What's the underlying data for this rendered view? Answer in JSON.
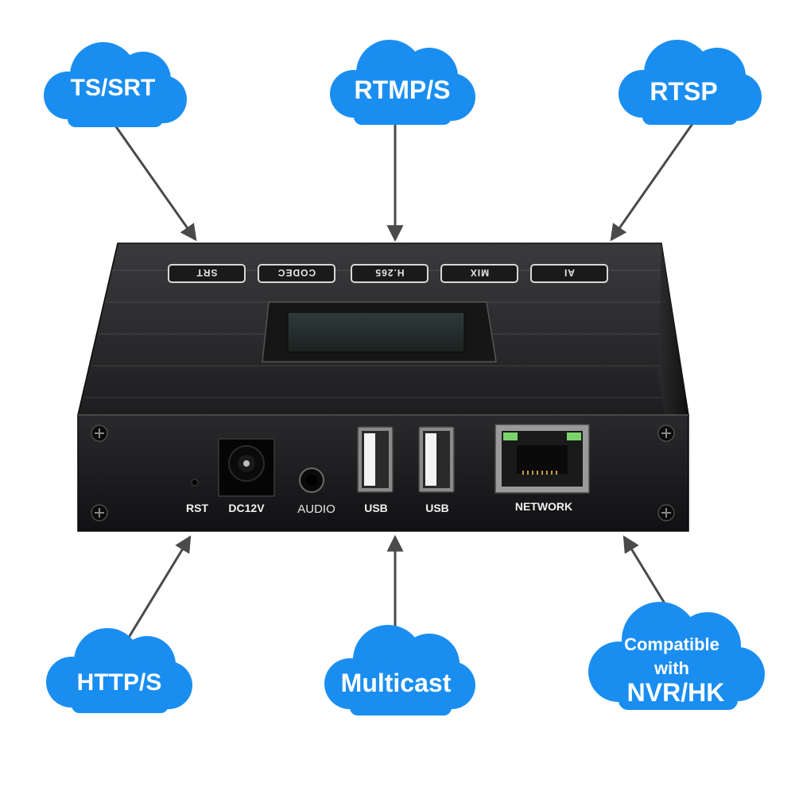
{
  "protocols": {
    "ts_srt": "TS/SRT",
    "rtmp_s": "RTMP/S",
    "rtsp": "RTSP",
    "http_s": "HTTP/S",
    "multicast": "Multicast",
    "compat_line1": "Compatible",
    "compat_line2": "with",
    "compat_line3": "NVR/HK"
  },
  "device": {
    "top_buttons": [
      "SRT",
      "CODEC",
      "H.265",
      "MIX",
      "AI"
    ],
    "ports": {
      "rst": "RST",
      "dc": "DC12V",
      "audio": "AUDIO",
      "usb1": "USB",
      "usb2": "USB",
      "network": "NETWORK"
    }
  },
  "colors": {
    "cloud": "#1a8ef0",
    "arrow": "#4a4a4a",
    "device_body": "#1c1c1e",
    "link_led": "#7bd46b"
  }
}
